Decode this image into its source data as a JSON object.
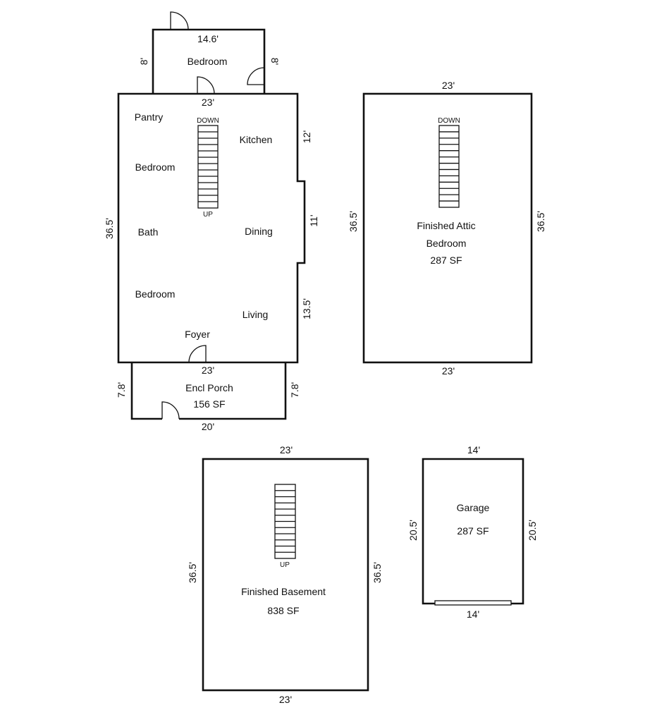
{
  "upper_bedroom": {
    "name": "Bedroom",
    "dim_top": "14.6'",
    "dim_bottom": "23'",
    "dim_left": "8'",
    "dim_right": "8'"
  },
  "main_floor": {
    "rooms": {
      "pantry": "Pantry",
      "kitchen": "Kitchen",
      "bedroom_1": "Bedroom",
      "bath": "Bath",
      "dining": "Dining",
      "bedroom_2": "Bedroom",
      "living": "Living",
      "foyer": "Foyer"
    },
    "stairs": {
      "top_label": "DOWN",
      "bottom_label": "UP"
    },
    "dim_left": "36.5'",
    "dim_right_1": "12'",
    "dim_right_2": "11'",
    "dim_right_3": "13.5'"
  },
  "porch": {
    "name": "Encl Porch",
    "area": "156 SF",
    "dim_top": "23'",
    "dim_bottom": "20'",
    "dim_left": "7.8'",
    "dim_right": "7.8'"
  },
  "attic": {
    "name_line1": "Finished Attic",
    "name_line2": "Bedroom",
    "area": "287 SF",
    "stairs_label": "DOWN",
    "dim_top": "23'",
    "dim_bottom": "23'",
    "dim_left": "36.5'",
    "dim_right": "36.5'"
  },
  "basement": {
    "name": "Finished Basement",
    "area": "838 SF",
    "stairs_label": "UP",
    "dim_top": "23'",
    "dim_bottom": "23'",
    "dim_left": "36.5'",
    "dim_right": "36.5'"
  },
  "garage": {
    "name": "Garage",
    "area": "287 SF",
    "dim_top": "14'",
    "dim_bottom": "14'",
    "dim_left": "20.5'",
    "dim_right": "20.5'"
  }
}
